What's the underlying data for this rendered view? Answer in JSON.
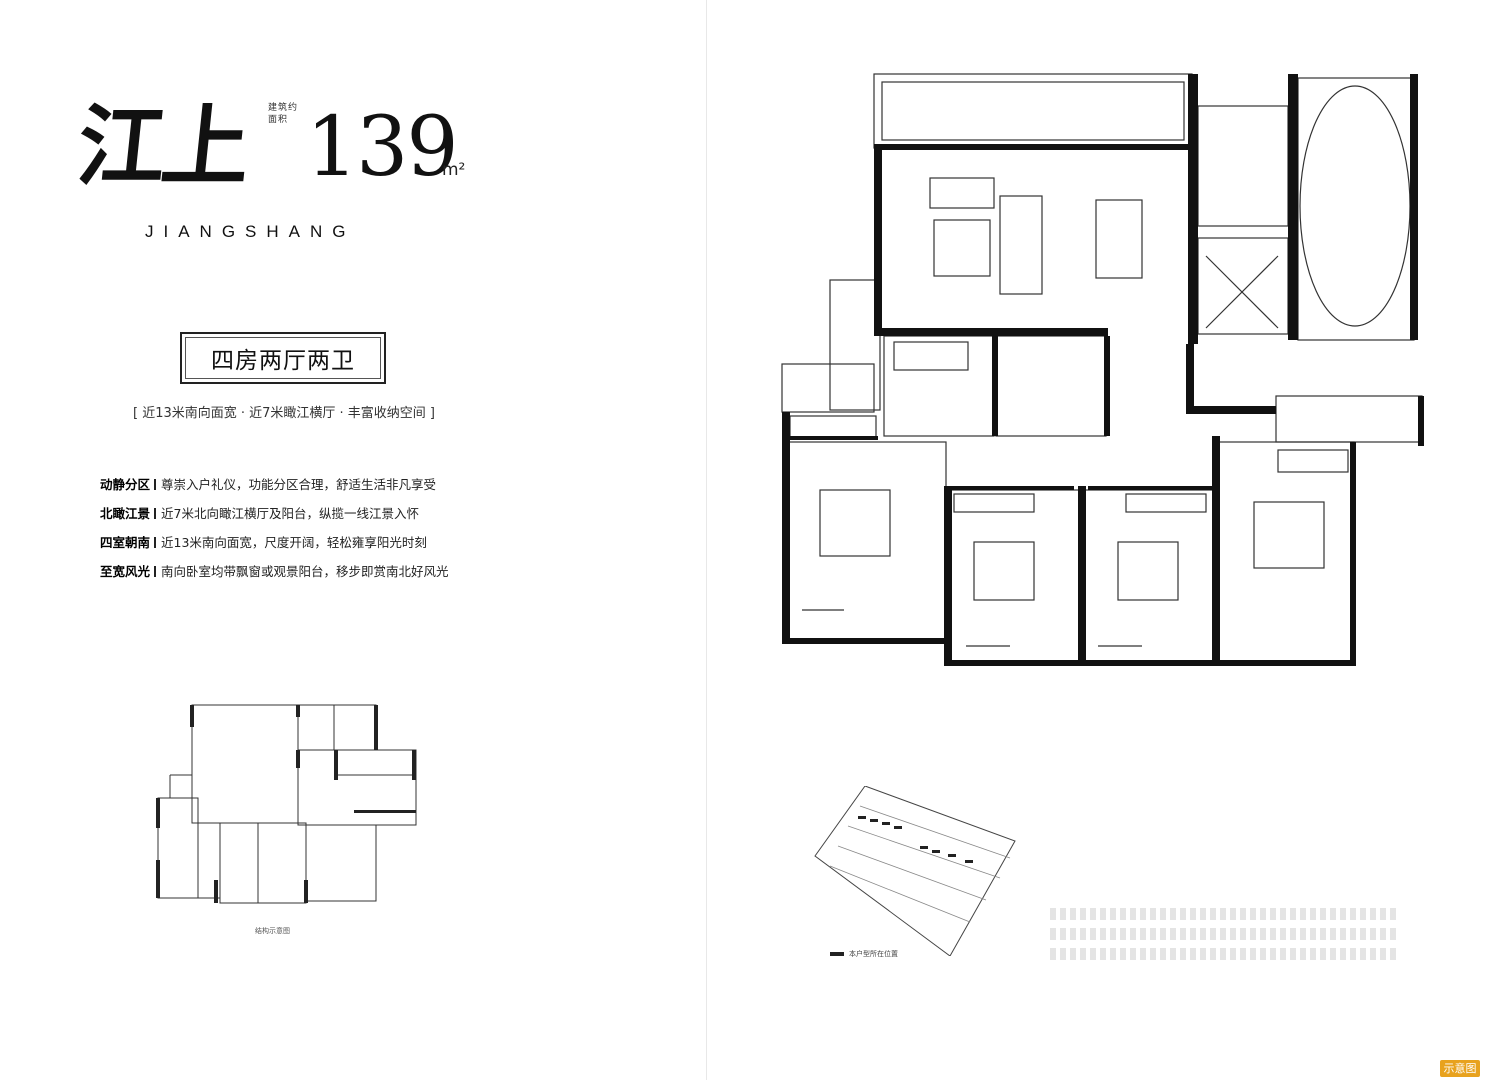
{
  "title": {
    "name_cn": "江上",
    "area_label": "建筑约面积",
    "area_number": "139",
    "area_unit": "m²",
    "pinyin": "JIANGSHANG"
  },
  "layout_type": "四房两厅两卫",
  "tagline": "[ 近13米南向面宽 · 近7米瞰江横厅 · 丰富收纳空间 ]",
  "features": [
    {
      "label": "动静分区",
      "text": "尊崇入户礼仪，功能分区合理，舒适生活非凡享受"
    },
    {
      "label": "北瞰江景",
      "text": "近7米北向瞰江横厅及阳台，纵揽一线江景入怀"
    },
    {
      "label": "四室朝南",
      "text": "近13米南向面宽，尺度开阔，轻松雍享阳光时刻"
    },
    {
      "label": "至宽风光",
      "text": "南向卧室均带飘窗或观景阳台，移步即赏南北好风光"
    }
  ],
  "structure_caption": "结构示意图",
  "site_legend": "本户型所在位置",
  "stamp": "示意图"
}
